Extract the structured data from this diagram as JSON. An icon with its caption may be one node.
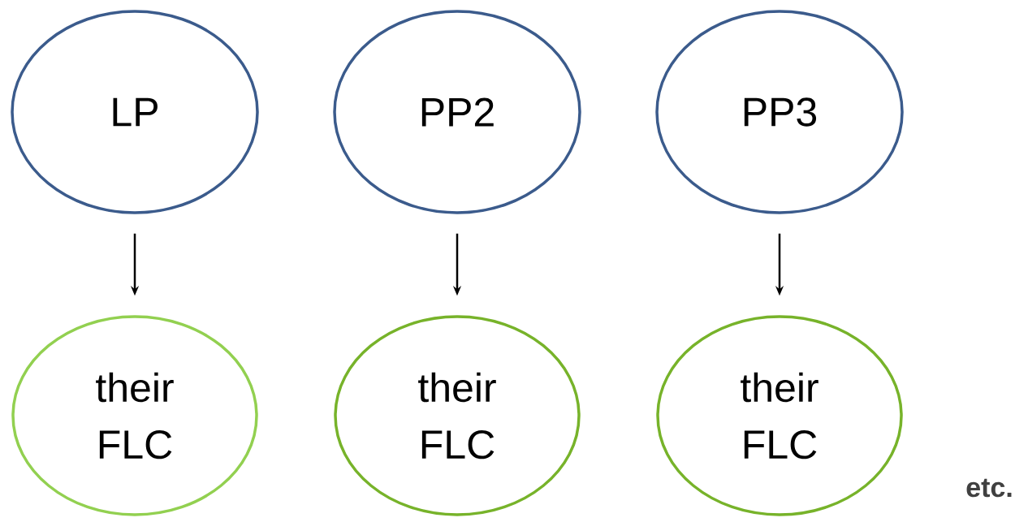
{
  "diagram": {
    "nodes": [
      {
        "text": [
          "LP"
        ]
      },
      {
        "text": [
          "PP2"
        ]
      },
      {
        "text": [
          "PP3"
        ]
      },
      {
        "text": [
          "their FLC"
        ]
      },
      {
        "text": [
          "their FLC"
        ]
      },
      {
        "text": [
          "their FLC"
        ]
      }
    ],
    "edges": [
      {
        "from": 0,
        "to": 3,
        "arrow": "to"
      },
      {
        "from": 1,
        "to": 4,
        "arrow": "to"
      },
      {
        "from": 2,
        "to": 5,
        "arrow": "to"
      }
    ],
    "labels": [
      "etc."
    ]
  }
}
